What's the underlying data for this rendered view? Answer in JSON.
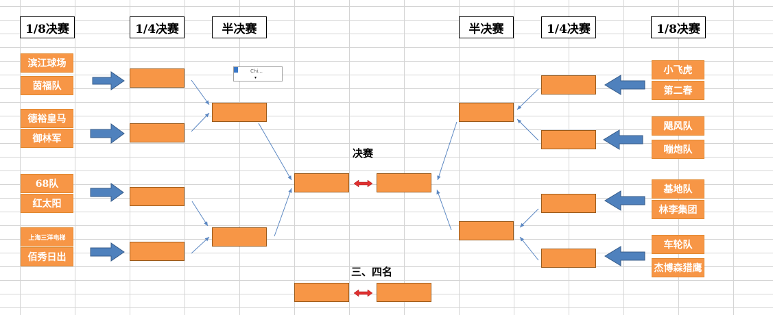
{
  "headers": {
    "left_r16": "1/8决赛",
    "left_qf": "1/4决赛",
    "left_sf": "半决赛",
    "right_sf": "半决赛",
    "right_qf": "1/4决赛",
    "right_r16": "1/8决赛"
  },
  "left_teams": [
    "滨江球场",
    "茵福队",
    "德裕皇马",
    "御林军",
    "68队",
    "红太阳",
    "上海三洋电梯",
    "佰秀日出"
  ],
  "right_teams": [
    "小飞虎",
    "第二春",
    "飓风队",
    "嘣炮队",
    "基地队",
    "林李集团",
    "车轮队",
    "杰博森猎鹰"
  ],
  "final_label": "决赛",
  "third_place_label": "三、四名",
  "colors": {
    "team_fill": "#f79646",
    "arrow_blue": "#4f81bd",
    "arrow_red": "#e03030",
    "line_blue": "#5b87c2"
  },
  "embedded_object_text": "Chi..."
}
